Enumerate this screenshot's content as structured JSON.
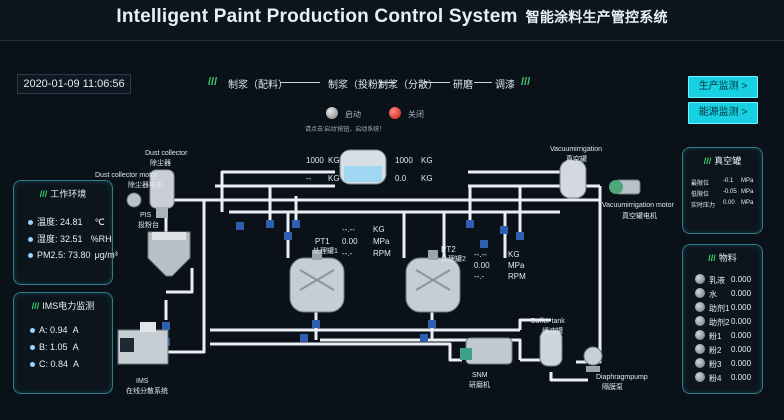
{
  "header": {
    "title_en": "Intelligent Paint Production Control System",
    "title_cn": "智能涂料生产管控系统"
  },
  "datetime": "2020-01-09 11:06:56",
  "process": {
    "slashes": "///",
    "steps": [
      "制浆（配料）",
      "制浆（投粉）",
      "制浆（分散）",
      "研磨",
      "调漆"
    ]
  },
  "nav": {
    "production_button": "生产监测 >",
    "energy_button": "能源监测 >"
  },
  "controls": {
    "start_label": "启动",
    "stop_label": "关闭",
    "hint": "请点击'启动'按钮，启动系统！"
  },
  "environment": {
    "title": "工作环境",
    "rows": [
      {
        "label": "温度:",
        "value": "24.81",
        "unit": "℃"
      },
      {
        "label": "湿度:",
        "value": "32.51",
        "unit": "%RH"
      },
      {
        "label": "PM2.5:",
        "value": "73.80",
        "unit": "μg/m³"
      }
    ]
  },
  "power": {
    "title": "IMS电力监测",
    "rows": [
      {
        "label": "A:",
        "value": "0.94",
        "unit": "A"
      },
      {
        "label": "B:",
        "value": "1.05",
        "unit": "A"
      },
      {
        "label": "C:",
        "value": "0.84",
        "unit": "A"
      }
    ]
  },
  "vacuum_panel": {
    "title": "真空罐",
    "rows": [
      {
        "label": "最限位",
        "value": "-0.1",
        "unit": "MPa"
      },
      {
        "label": "低限位",
        "value": "-0.05",
        "unit": "MPa"
      },
      {
        "label": "实时压力",
        "value": "0.00",
        "unit": "MPa"
      }
    ]
  },
  "materials": {
    "title": "物料",
    "items": [
      {
        "name": "乳液",
        "value": "0.000"
      },
      {
        "name": "水",
        "value": "0.000"
      },
      {
        "name": "助剂1",
        "value": "0.000"
      },
      {
        "name": "助剂2",
        "value": "0.000"
      },
      {
        "name": "粉1",
        "value": "0.000"
      },
      {
        "name": "粉2",
        "value": "0.000"
      },
      {
        "name": "粉3",
        "value": "0.000"
      },
      {
        "name": "粉4",
        "value": "0.000"
      }
    ]
  },
  "equipment": {
    "dust_collector": {
      "en": "Dust collector",
      "cn": "除尘器"
    },
    "dust_motor": {
      "en": "Dust collector motor",
      "cn": "除尘器电机"
    },
    "pis": {
      "en": "PIS",
      "cn": "投粉台"
    },
    "ims": {
      "en": "IMS",
      "cn": "在线分散系统"
    },
    "vacuum_irrigation": {
      "en": "Vacuumirrigation",
      "cn": "真空罐"
    },
    "vacuum_motor": {
      "en": "Vacuumirrigation motor",
      "cn": "真空罐电机"
    },
    "pt1": {
      "name": "PT1",
      "cn": "处理罐1"
    },
    "pt2": {
      "name": "PT2",
      "cn": "处理罐2"
    },
    "buffer_tank": {
      "en": "Buffer tank",
      "cn": "缓冲罐"
    },
    "snm": {
      "en": "SNM",
      "cn": "研磨机"
    },
    "diaphragm": {
      "en": "Diaphragmpump",
      "cn": "隔膜泵"
    }
  },
  "scale": {
    "left_top": {
      "value": "1000",
      "unit": "KG"
    },
    "left_bottom": {
      "value": "--",
      "unit": "KG"
    },
    "right_top": {
      "value": "1000",
      "unit": "KG"
    },
    "right_bottom": {
      "value": "0.0",
      "unit": "KG"
    }
  },
  "pt1_readings": [
    {
      "value": "--.--",
      "unit": "KG"
    },
    {
      "value": "0.00",
      "unit": "MPa"
    },
    {
      "value": "--.-",
      "unit": "RPM"
    }
  ],
  "pt2_readings": [
    {
      "value": "--.--",
      "unit": "KG"
    },
    {
      "value": "0.00",
      "unit": "MPa"
    },
    {
      "value": "--.-",
      "unit": "RPM"
    }
  ],
  "colors": {
    "accent": "#17d0e2",
    "green": "#3fd06a",
    "panel_border": "#2f7f8a",
    "background": "#0b1119"
  }
}
